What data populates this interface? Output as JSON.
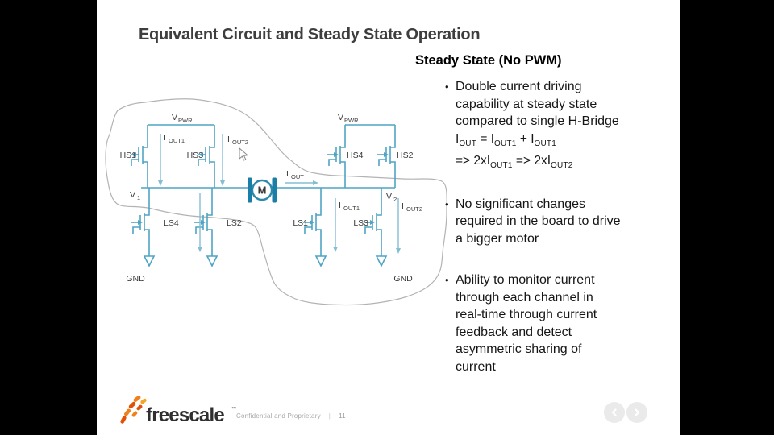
{
  "slide_title": "Equivalent Circuit and Steady State Operation",
  "right_panel": {
    "heading": "Steady State (No PWM)",
    "bullet_char": "•",
    "b1": {
      "l1": "Double current driving",
      "l2": "capability at steady state",
      "l3": "compared to single H-Bridge"
    },
    "formula": {
      "i": "I",
      "out": "OUT",
      "eq": "=",
      "out1": "OUT1",
      "plus": "+",
      "out1b": "OUT1",
      "arrow1": "=>",
      "twoxi1": "2xI",
      "f2out1": "OUT1",
      "arrow2": "=>",
      "twoxi2": "2xI",
      "out2": "OUT2"
    },
    "b2": {
      "l1": "No significant changes",
      "l2": "required in the board to drive",
      "l3": "a bigger motor"
    },
    "b3": {
      "l1": "Ability to monitor current",
      "l2": "through each channel in",
      "l3": "real-time through current",
      "l4": "feedback and detect",
      "l5": "asymmetric sharing of",
      "l6": "current"
    }
  },
  "circuit": {
    "vpwr_main": "V",
    "vpwr_sub": "PWR",
    "i_main": "I",
    "iout_sub": "OUT",
    "iout1_sub": "OUT1",
    "iout2_sub": "OUT2",
    "v_main": "V",
    "v1_sub": "1",
    "v2_sub": "2",
    "hs1": "HS1",
    "hs2": "HS2",
    "hs3": "HS3",
    "hs4": "HS4",
    "ls1": "LS1",
    "ls2": "LS2",
    "ls3": "LS3",
    "ls4": "LS4",
    "gnd": "GND",
    "motor": "M"
  },
  "footer": {
    "logo_text": "freescale",
    "tm": "™",
    "confidential": "Confidential and Proprietary",
    "divider": "|",
    "page_number": "11"
  },
  "colors": {
    "circuit_teal": "#4fa3c4",
    "motor_teal": "#1b7ea6",
    "accent_orange": "#e05206"
  }
}
